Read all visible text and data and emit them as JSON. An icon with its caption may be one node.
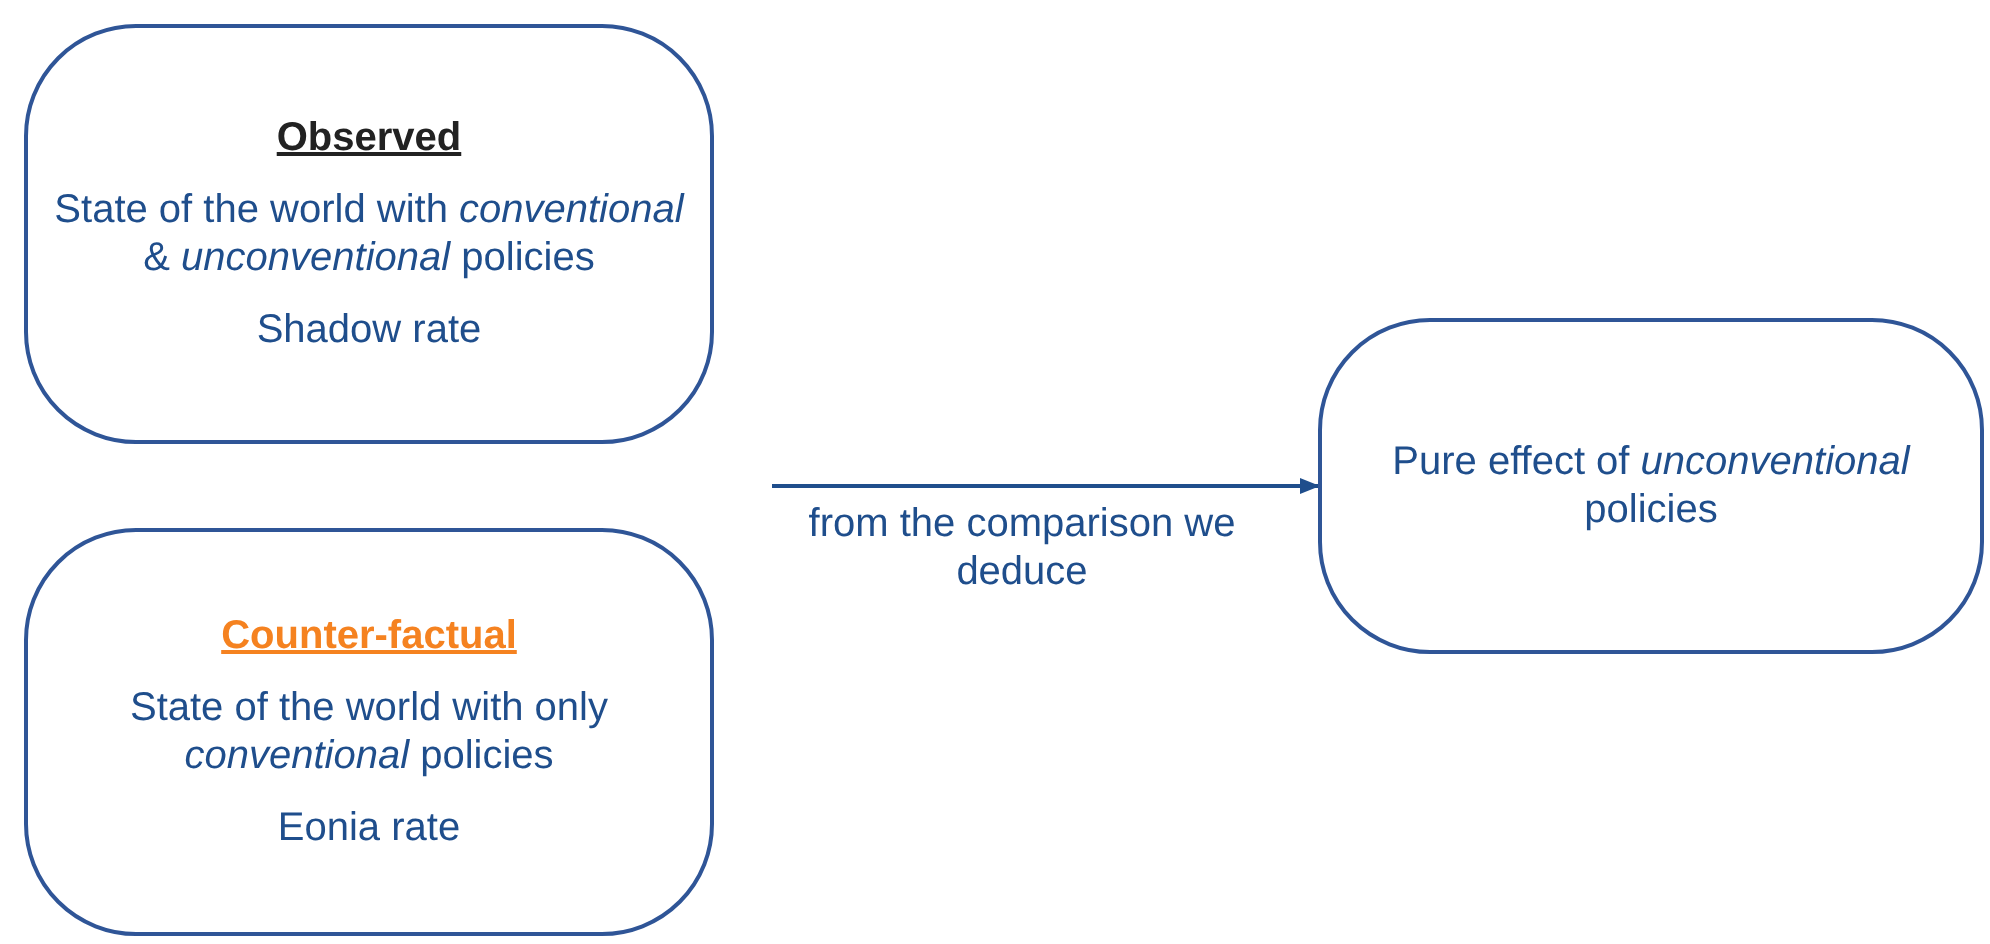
{
  "diagram": {
    "nodes": [
      {
        "text": [
          "Observed",
          "State of the world with *conventional* & *unconventional* policies",
          "Shadow rate"
        ]
      },
      {
        "text": [
          "Counter-factual",
          "State of the world with only *conventional* policies",
          "Eonia rate"
        ]
      },
      {
        "text": [
          "Pure effect of *unconventional* policies"
        ]
      }
    ],
    "edges": [
      {
        "from": null,
        "to": 2,
        "arrow": "to",
        "label": "from the comparison we deduce"
      }
    ]
  }
}
